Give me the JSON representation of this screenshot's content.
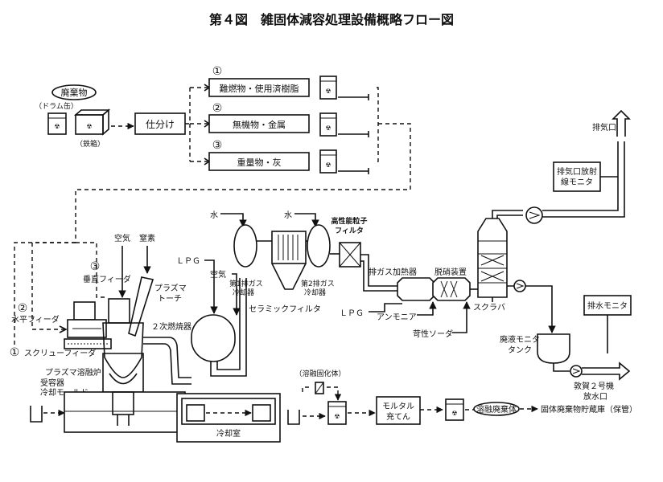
{
  "title": "第４図　雑固体減容処理設備概略フロー図",
  "waste": {
    "label": "廃棄物",
    "drum": "（ドラム缶）",
    "steel_box": "（鉄箱）"
  },
  "sorting": "仕分け",
  "categories": [
    {
      "num": "①",
      "label": "難燃物・使用済樹脂"
    },
    {
      "num": "②",
      "label": "無機物・金属"
    },
    {
      "num": "③",
      "label": "重量物・灰"
    }
  ],
  "feeders": {
    "vertical": "垂直フィーダ",
    "horizontal": "水平フィーダ",
    "screw": "スクリューフィーダ",
    "num_vertical": "③",
    "num_horizontal": "②",
    "num_screw": "①"
  },
  "torch": {
    "air": "空気",
    "nitrogen": "窒素",
    "label_line1": "プラズマ",
    "label_line2": "トーチ"
  },
  "melter": "プラズマ溶融炉",
  "mold": {
    "line1": "受容器",
    "line2": "冷却モールド"
  },
  "cooling_room": "冷却室",
  "secondary_combustor": {
    "lpg": "ＬＰＧ",
    "air": "空気",
    "label": "２次燃焼器"
  },
  "water1": "水",
  "water2": "水",
  "cooler1": {
    "line1": "第1排ガス",
    "line2": "冷却器"
  },
  "ceramic_filter": "セラミックフィルタ",
  "cooler2": {
    "line1": "第2排ガス",
    "line2": "冷却器"
  },
  "hepa": {
    "line1": "高性能粒子",
    "line2": "フィルタ"
  },
  "heater": "排ガス加熱器",
  "denitration": "脱硝装置",
  "lpg2": "ＬＰＧ",
  "ammonia": "アンモニア",
  "caustic": "苛性ソーダ",
  "scrubber": "スクラバ",
  "exhaust": "排気口",
  "exhaust_monitor": {
    "line1": "排気口放射",
    "line2": "線モニタ"
  },
  "drain_monitor": "排水モニタ",
  "liquid_tank": {
    "line1": "廃液モニタ",
    "line2": "タンク"
  },
  "outlet": {
    "line1": "敦賀２号機",
    "line2": "放水口"
  },
  "solidified": "（溶融固化体）",
  "mortar": {
    "line1": "モルタル",
    "line2": "充てん"
  },
  "molten_waste": "溶融廃棄体",
  "storage": "固体廃棄物貯蔵庫（保管）"
}
